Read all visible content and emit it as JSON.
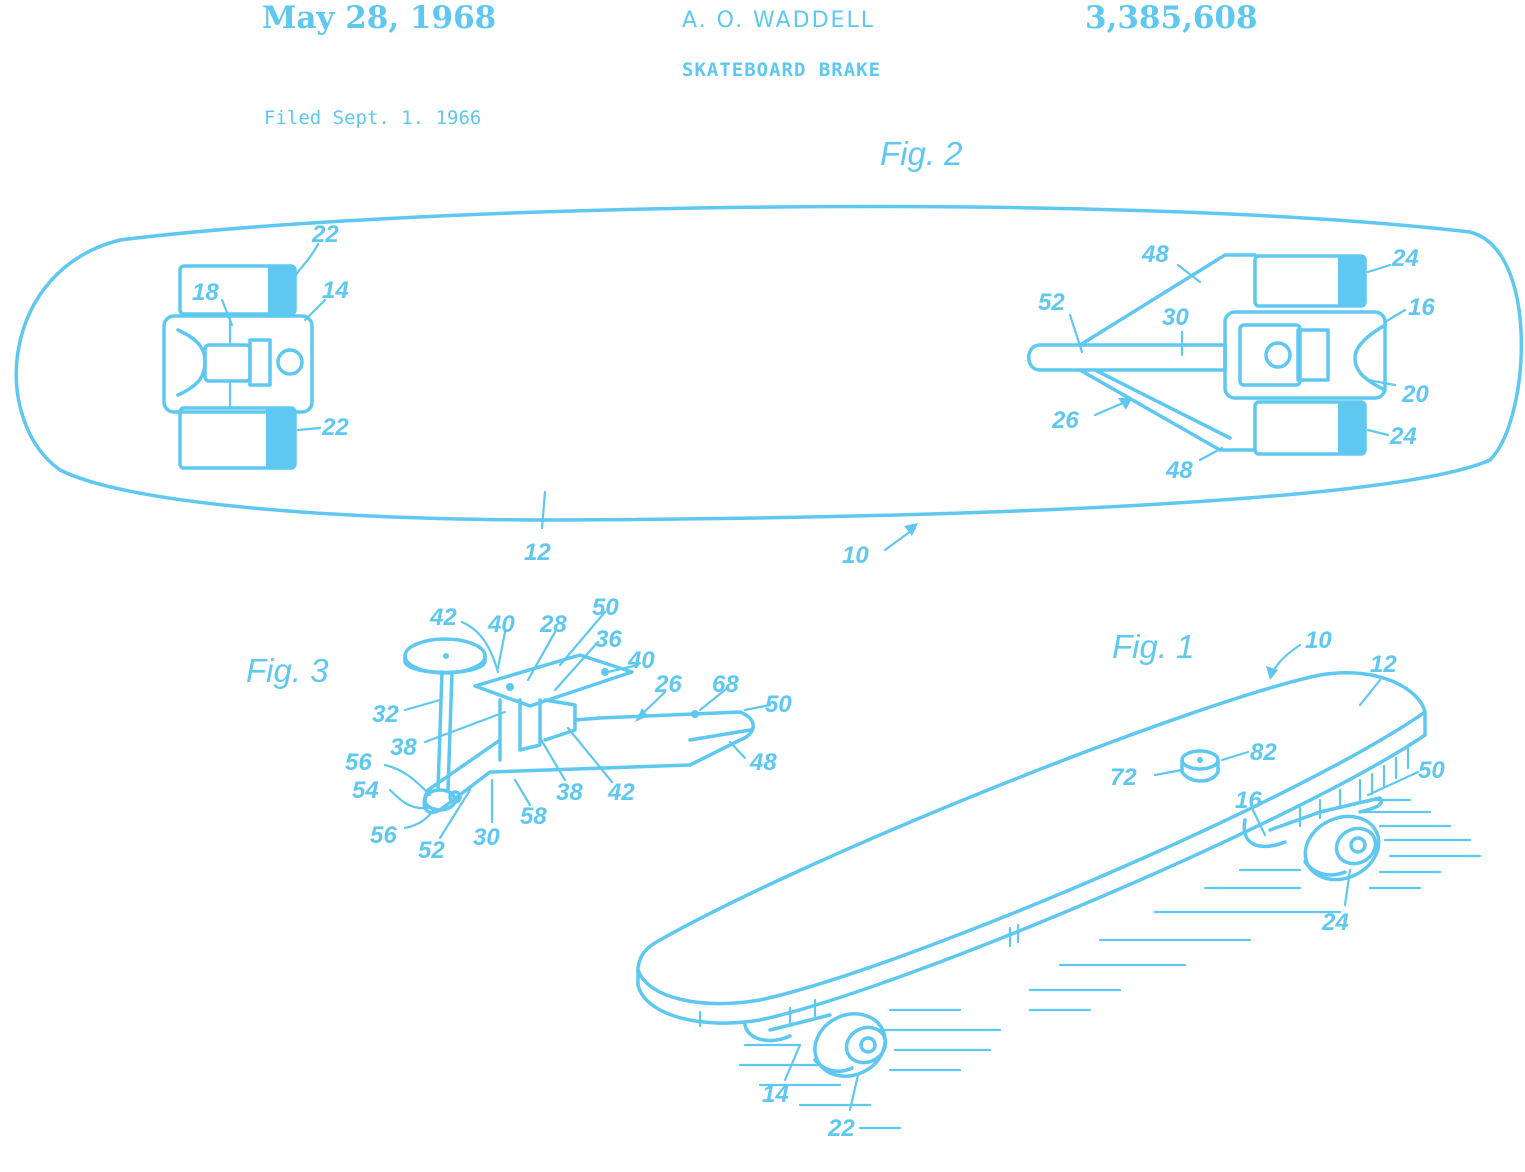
{
  "header": {
    "date": "May 28, 1968",
    "inventor": "A. O. WADDELL",
    "patent_number": "3,385,608",
    "title": "SKATEBOARD BRAKE",
    "filed": "Filed Sept. 1. 1966"
  },
  "figures": {
    "fig2": {
      "caption": "Fig. 2",
      "labels": [
        "22",
        "18",
        "14",
        "22",
        "48",
        "52",
        "30",
        "24",
        "16",
        "20",
        "26",
        "24",
        "48",
        "12",
        "10"
      ]
    },
    "fig3": {
      "caption": "Fig. 3",
      "labels": [
        "42",
        "40",
        "28",
        "50",
        "36",
        "40",
        "26",
        "68",
        "50",
        "32",
        "38",
        "48",
        "56",
        "54",
        "38",
        "42",
        "56",
        "58",
        "52",
        "30"
      ]
    },
    "fig1": {
      "caption": "Fig. 1",
      "labels": [
        "10",
        "12",
        "82",
        "72",
        "50",
        "16",
        "24",
        "14",
        "22"
      ]
    }
  },
  "colors": {
    "ink": "#5ec8f0",
    "background": "#ffffff"
  }
}
